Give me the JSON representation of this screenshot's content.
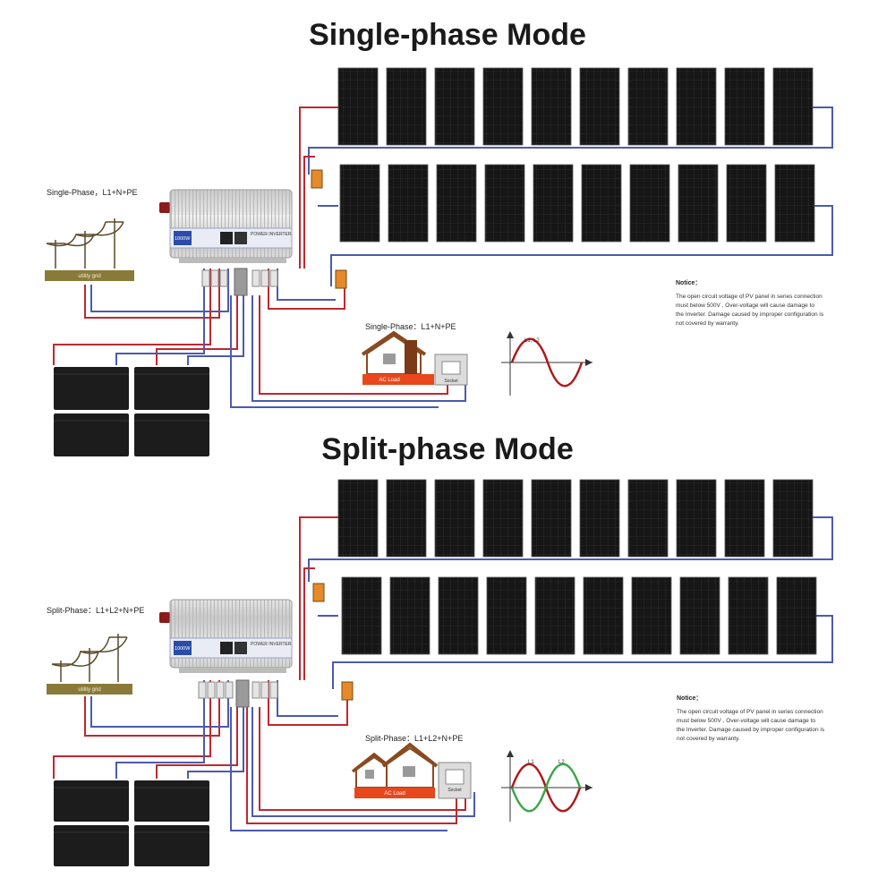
{
  "sections": [
    {
      "title": "Single-phase Mode",
      "grid_label": "Single-Phase，L1+N+PE",
      "grid_box": "utility grid",
      "load_phase": "Single-Phase：L1+N+PE",
      "load_box": "AC Load",
      "socket_label": "Socket",
      "wave_label": "L1, L2",
      "inverter_badge": "1000W",
      "inverter_brand": "POWER INVERTER",
      "notice_title": "Notice：",
      "notice_lines": [
        "The open circuit voltage of PV panel in series connection",
        "must below 500V , Over-voltage will cause damage to",
        "the Inverter. Damage caused by improper configuration is",
        "not covered by warranty."
      ]
    },
    {
      "title": "Split-phase Mode",
      "grid_label": "Split-Phase：L1+L2+N+PE",
      "grid_box": "utility grid",
      "load_phase": "Split-Phase：L1+L2+N+PE",
      "load_box": "AC Load",
      "socket_label": "Socket",
      "wave_label_1": "L1",
      "wave_label_2": "L2",
      "inverter_badge": "1000W",
      "inverter_brand": "POWER INVERTER",
      "notice_title": "Notice：",
      "notice_lines": [
        "The open circuit voltage of PV panel in series connection",
        "must below 500V , Over-voltage will cause damage to",
        "the Inverter. Damage caused by improper configuration is",
        "not covered by warranty."
      ]
    }
  ],
  "colors": {
    "wire_red": "#c0282f",
    "wire_blue": "#4a5bb0",
    "wire_green": "#3aa64a",
    "panel": "#141414",
    "battery": "#1c1c1c",
    "grid_box": "#8a7a3a",
    "load_box": "#e8471c"
  }
}
